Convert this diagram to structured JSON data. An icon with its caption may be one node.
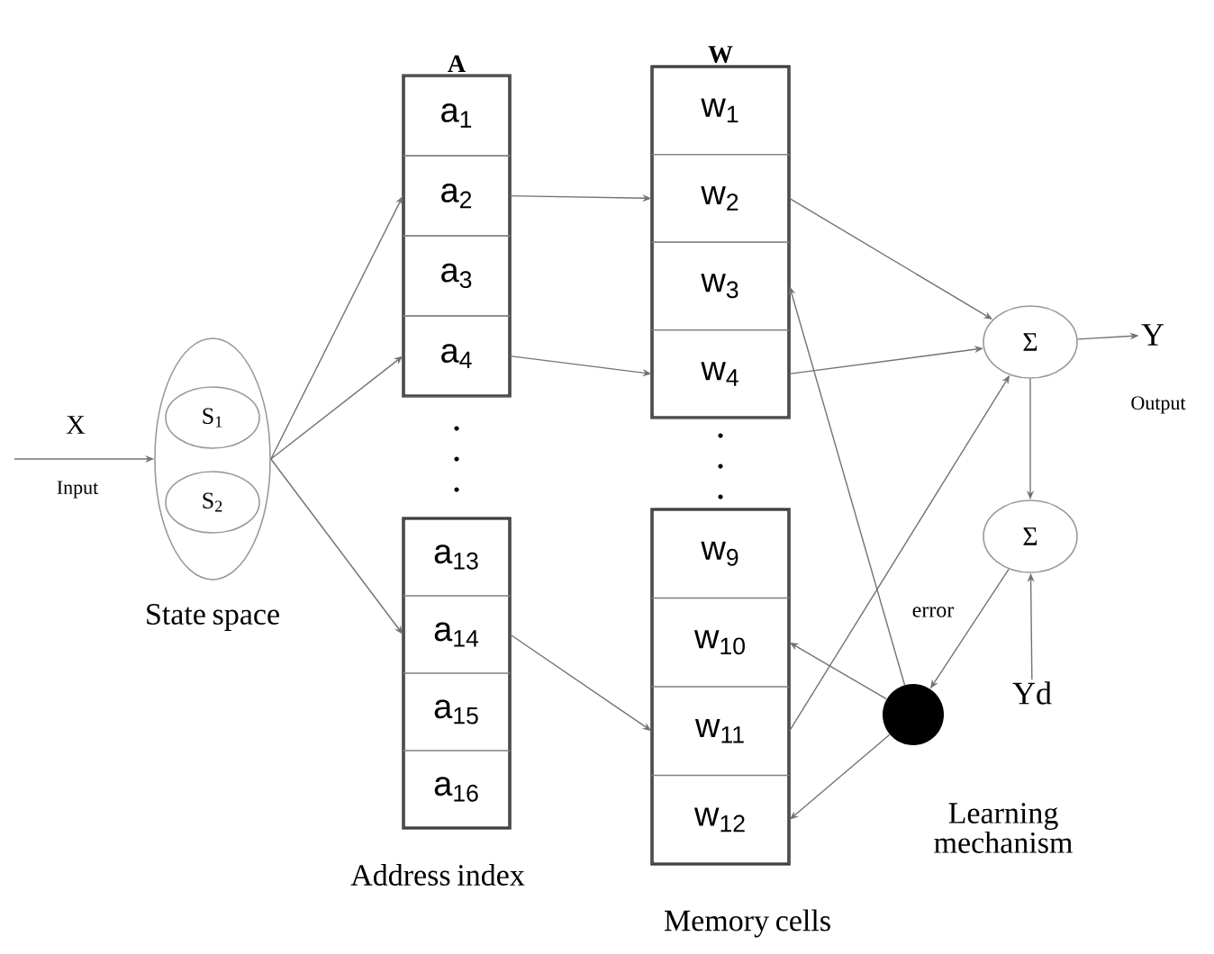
{
  "diagram": {
    "nodes": [
      {
        "text": [],
        "shape": "ellipse",
        "beside": [
          "State space"
        ]
      },
      {
        "text": [
          "S$_{1}$"
        ],
        "in": 0
      },
      {
        "text": [
          "S$_{2}$"
        ],
        "in": 0
      },
      {
        "text": [
          "A"
        ]
      },
      {
        "text": [
          "a$_{1}$"
        ],
        "in": 3
      },
      {
        "text": [
          "a$_{2}$"
        ],
        "in": 3
      },
      {
        "text": [
          "a$_{3}$"
        ],
        "in": 3
      },
      {
        "text": [
          "a$_{4}$"
        ],
        "in": 3
      },
      {
        "text": [],
        "shape": "box",
        "beside": [
          "Address index"
        ]
      },
      {
        "text": [
          "a$_{13}$"
        ],
        "in": 8
      },
      {
        "text": [
          "a$_{14}$"
        ],
        "in": 8
      },
      {
        "text": [
          "a$_{15}$"
        ],
        "in": 8
      },
      {
        "text": [
          "a$_{16}$"
        ],
        "in": 8
      },
      {
        "text": [
          "W"
        ]
      },
      {
        "text": [
          "w$_{1}$"
        ],
        "in": 13
      },
      {
        "text": [
          "w$_{2}$"
        ],
        "in": 13
      },
      {
        "text": [
          "w$_{3}$"
        ],
        "in": 13
      },
      {
        "text": [
          "w$_{4}$"
        ],
        "in": 13
      },
      {
        "text": [],
        "shape": "box",
        "beside": [
          "Memory cells"
        ]
      },
      {
        "text": [
          "w$_{9}$"
        ],
        "in": 18
      },
      {
        "text": [
          "w$_{10}$"
        ],
        "in": 18
      },
      {
        "text": [
          "w$_{11}$"
        ],
        "in": 18
      },
      {
        "text": [
          "w$_{12}$"
        ],
        "in": 18
      },
      {
        "text": [
          "Σ"
        ]
      },
      {
        "text": [
          "Σ"
        ]
      },
      {
        "text": [],
        "shape": "circle",
        "beside": [
          "Learning mechanism"
        ]
      },
      {
        "text": [
          "Y"
        ],
        "beside": [
          "Output"
        ]
      },
      {
        "text": [
          "Yd"
        ]
      }
    ],
    "edges": [
      {
        "from": null,
        "to": 0,
        "arrow": "to",
        "label": "X"
      },
      {
        "from": 0,
        "to": 5,
        "arrow": "to"
      },
      {
        "from": 0,
        "to": 7,
        "arrow": "to"
      },
      {
        "from": 0,
        "to": 10,
        "arrow": "to"
      },
      {
        "from": 5,
        "to": 15,
        "arrow": "to"
      },
      {
        "from": 7,
        "to": 17,
        "arrow": "to"
      },
      {
        "from": 10,
        "to": 21,
        "arrow": "to"
      },
      {
        "from": 15,
        "to": 23,
        "arrow": "to"
      },
      {
        "from": 17,
        "to": 23,
        "arrow": "to"
      },
      {
        "from": 21,
        "to": 23,
        "arrow": "to"
      },
      {
        "from": 23,
        "to": 26,
        "arrow": "to"
      },
      {
        "from": 23,
        "to": 24,
        "arrow": "to"
      },
      {
        "from": 27,
        "to": 24,
        "arrow": "to"
      },
      {
        "from": 24,
        "to": 25,
        "arrow": "to",
        "label": "error"
      },
      {
        "from": 25,
        "to": 16,
        "arrow": "to"
      },
      {
        "from": 25,
        "to": 20,
        "arrow": "to"
      },
      {
        "from": 25,
        "to": 22,
        "arrow": "to"
      }
    ],
    "labels": [
      "Input"
    ]
  }
}
